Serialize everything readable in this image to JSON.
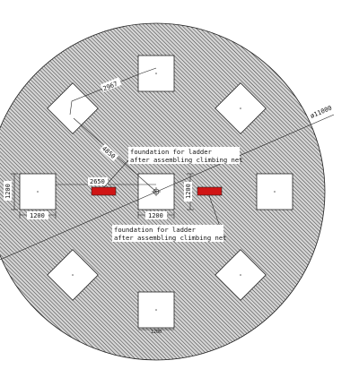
{
  "drawing": {
    "diameter_label": "ø11000",
    "dimensions": {
      "diag_top": "2967",
      "diag_mid": "4850",
      "horizontal_left": "2650",
      "pad_width_left": "1200",
      "pad_height_left": "1200",
      "pad_width_center": "1200",
      "pad_height_center": "1200",
      "pad_width_bottom": "1200"
    },
    "annotations": {
      "top_line1": "foundation for ladder",
      "top_line2": "after assembling climbing net",
      "bottom_line1": "foundation for ladder",
      "bottom_line2": "after assembling climbing net"
    },
    "colors": {
      "hatch": "#444444",
      "fill": "#c8c8c8",
      "ladder_foundation": "#d01515",
      "outline": "#222222"
    }
  }
}
